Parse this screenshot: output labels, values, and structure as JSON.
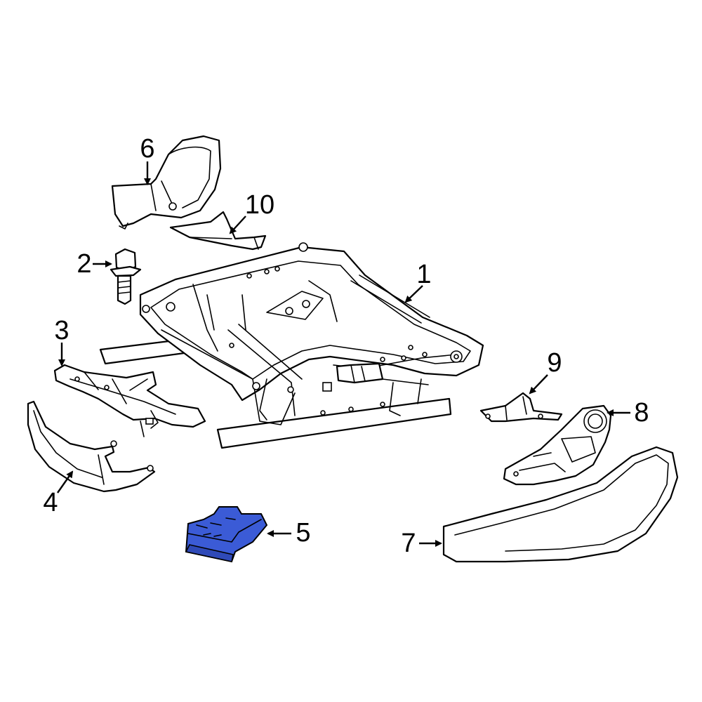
{
  "highlight_color": "#3b5bd6",
  "line_color": "#000000",
  "background_color": "#ffffff",
  "callouts": [
    {
      "id": "1",
      "label": "1"
    },
    {
      "id": "2",
      "label": "2"
    },
    {
      "id": "3",
      "label": "3"
    },
    {
      "id": "4",
      "label": "4"
    },
    {
      "id": "5",
      "label": "5"
    },
    {
      "id": "6",
      "label": "6"
    },
    {
      "id": "7",
      "label": "7"
    },
    {
      "id": "8",
      "label": "8"
    },
    {
      "id": "9",
      "label": "9"
    },
    {
      "id": "10",
      "label": "10"
    }
  ],
  "highlighted_part": "5"
}
